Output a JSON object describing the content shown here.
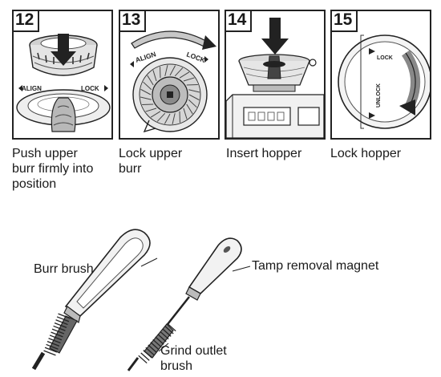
{
  "steps": [
    {
      "number": "12",
      "caption": "Push upper\nburr firmly into\nposition",
      "dial_left": "ALIGN",
      "dial_right": "LOCK"
    },
    {
      "number": "13",
      "caption": "Lock upper\nburr",
      "dial_left": "ALIGN",
      "dial_right": "LOCK"
    },
    {
      "number": "14",
      "caption": "Insert hopper"
    },
    {
      "number": "15",
      "caption": "Lock hopper",
      "dial_top": "LOCK",
      "dial_bottom": "UNLOCK"
    }
  ],
  "tools": {
    "burr_brush": "Burr brush",
    "tamp_removal_magnet": "Tamp removal magnet",
    "grind_outlet_brush": "Grind outlet\nbrush"
  }
}
